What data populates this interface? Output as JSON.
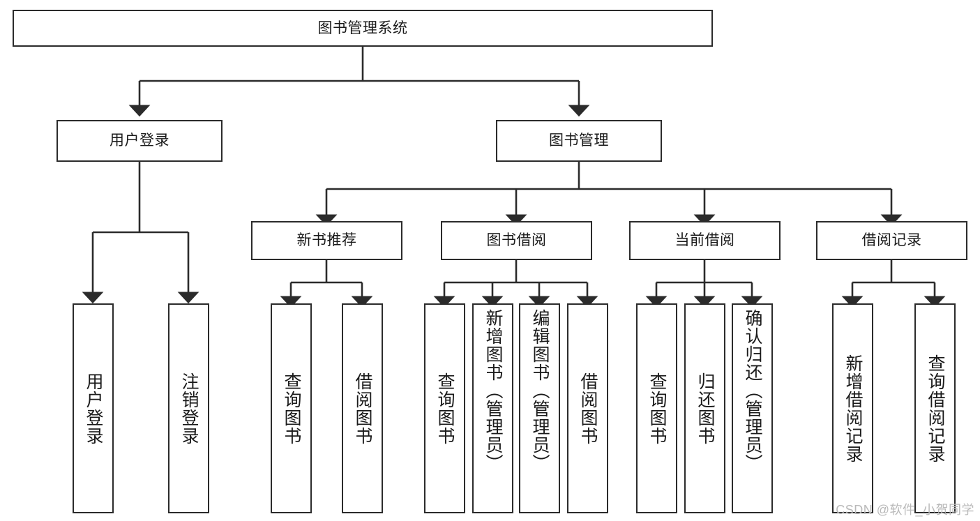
{
  "diagram": {
    "type": "tree",
    "title": "图书管理系统",
    "background_color": "#ffffff",
    "line_color": "#2b2b2b",
    "text_color": "#1a1a1a"
  },
  "root": {
    "label": "图书管理系统"
  },
  "level2": [
    {
      "label": "用户登录"
    },
    {
      "label": "图书管理"
    }
  ],
  "level3": [
    {
      "label": "新书推荐"
    },
    {
      "label": "图书借阅"
    },
    {
      "label": "当前借阅"
    },
    {
      "label": "借阅记录"
    }
  ],
  "leaves": {
    "user_login": [
      {
        "label": "用户登录"
      },
      {
        "label": "注销登录"
      }
    ],
    "new_book_recommend": [
      {
        "label": "查询图书"
      },
      {
        "label": "借阅图书"
      }
    ],
    "book_borrow": [
      {
        "label": "查询图书"
      },
      {
        "label": "新增图书（管理员）"
      },
      {
        "label": "编辑图书（管理员）"
      },
      {
        "label": "借阅图书"
      }
    ],
    "current_borrow": [
      {
        "label": "查询图书"
      },
      {
        "label": "归还图书"
      },
      {
        "label": "确认归还（管理员）"
      }
    ],
    "borrow_record": [
      {
        "label": "新增借阅记录"
      },
      {
        "label": "查询借阅记录"
      }
    ]
  },
  "watermark": {
    "text": "CSDN @软件_小贺同学"
  }
}
